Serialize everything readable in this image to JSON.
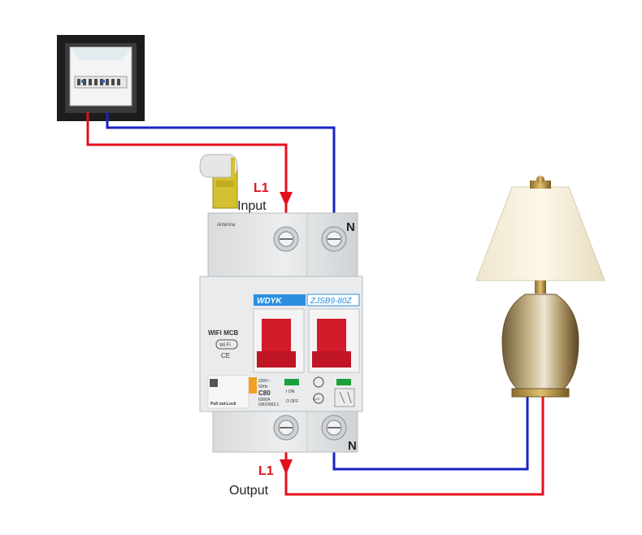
{
  "labels": {
    "l1_in": "L1",
    "input": "Input",
    "n_top": "N",
    "l1_out": "L1",
    "output": "Output",
    "n_bottom": "N"
  },
  "breaker": {
    "antenna": "Antenna",
    "brand": "WDYK",
    "model": "ZJSB9-80Z",
    "wifi_mcb": "WIFI MCB",
    "wifi_badge": "Wi Fi",
    "ce": "CE",
    "voltage": "230V~",
    "freq": "50Hz",
    "rating": "C80",
    "breaking": "6000A",
    "standard": "GB10963.1",
    "on": "I ON",
    "off": "O OFF",
    "ccc": "CCC",
    "pull_lock": "Pull out-Lock"
  },
  "colors": {
    "live_wire": "#e3101e",
    "neutral_wire": "#1822c4",
    "handle": "#d11a2a",
    "brand_blue": "#2a8fe0"
  }
}
